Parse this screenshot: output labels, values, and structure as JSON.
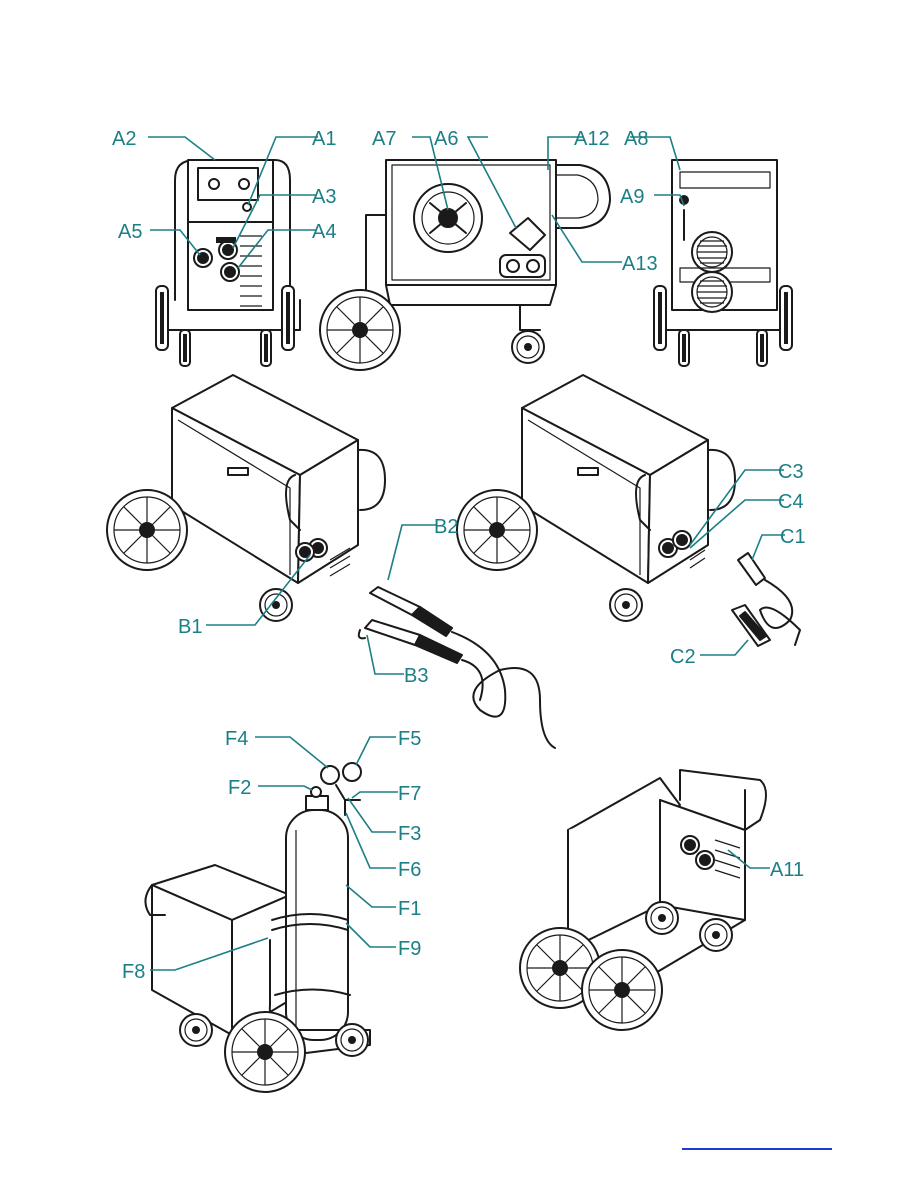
{
  "labels": {
    "a1": "A1",
    "a2": "A2",
    "a3": "A3",
    "a4": "A4",
    "a5": "A5",
    "a6": "A6",
    "a7": "A7",
    "a8": "A8",
    "a9": "A9",
    "a11": "A11",
    "a12": "A12",
    "a13": "A13",
    "b1": "B1",
    "b2": "B2",
    "b3": "B3",
    "c1": "C1",
    "c2": "C2",
    "c3": "C3",
    "c4": "C4",
    "f1": "F1",
    "f2": "F2",
    "f3": "F3",
    "f4": "F4",
    "f5": "F5",
    "f6": "F6",
    "f7": "F7",
    "f8": "F8",
    "f9": "F9"
  },
  "colors": {
    "label": "#1b7f86",
    "line": "#1a1a1a",
    "footer_link": "#1a3fd0"
  }
}
